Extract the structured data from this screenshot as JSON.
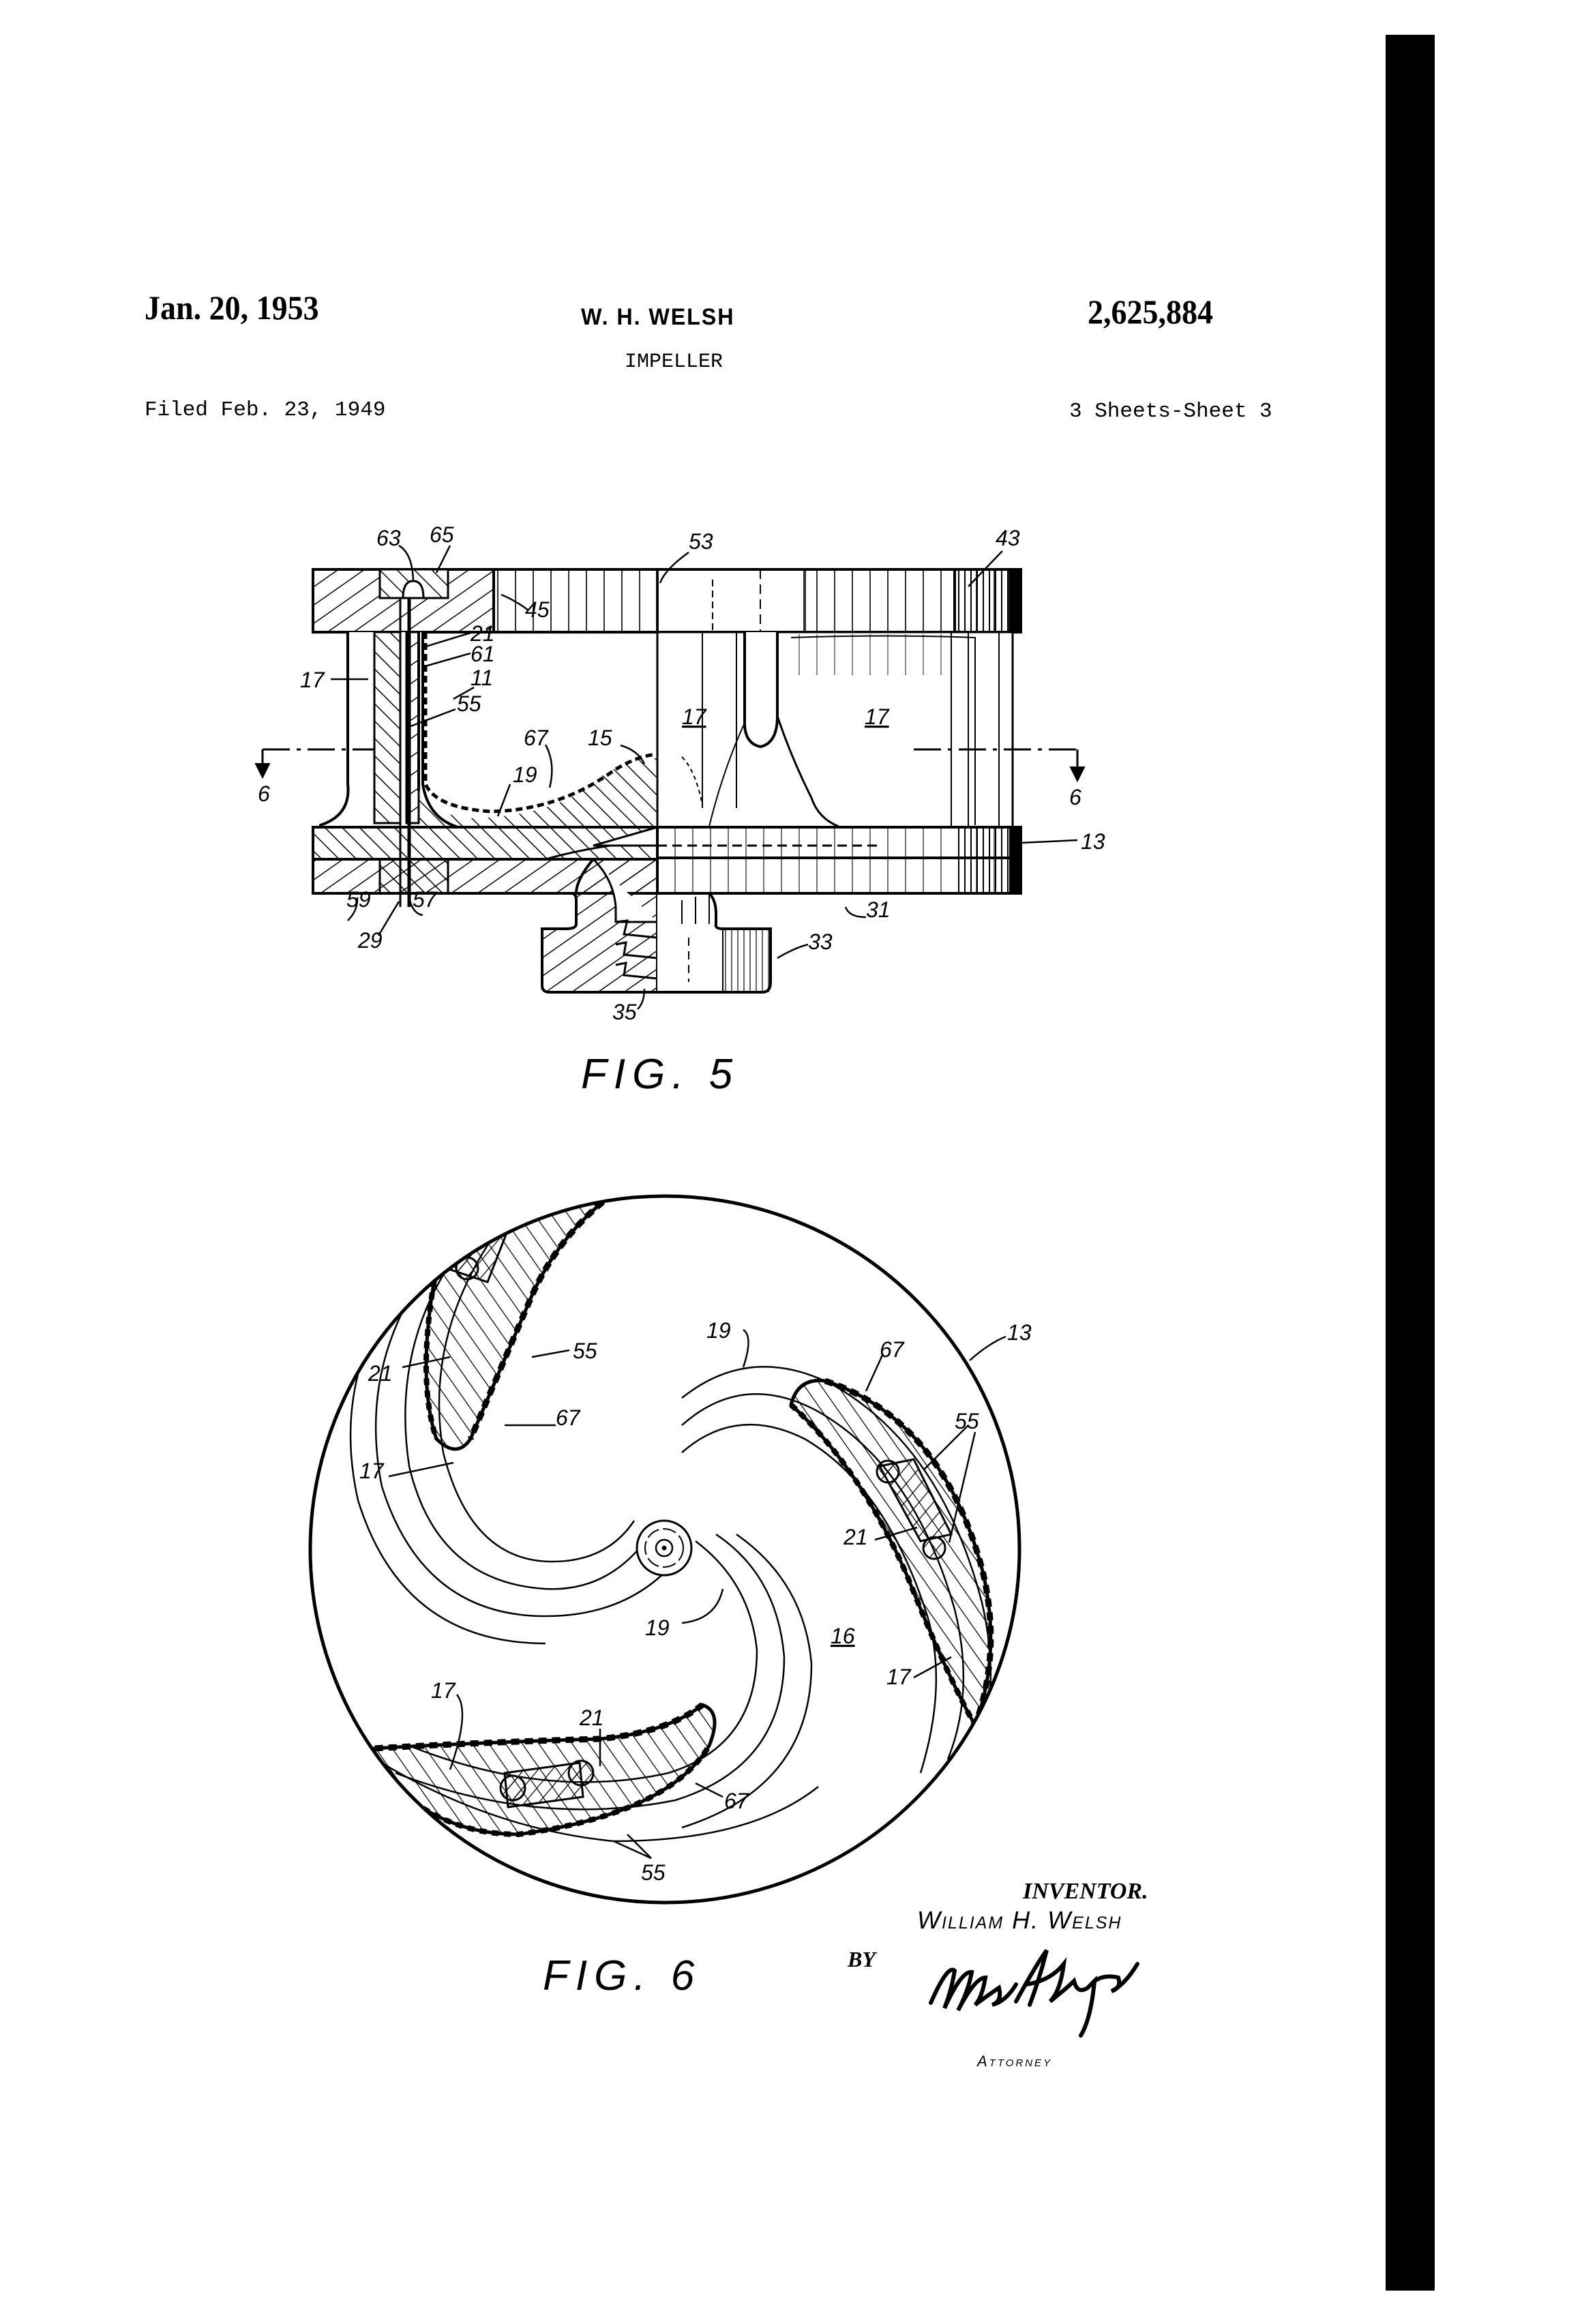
{
  "header": {
    "date": "Jan. 20, 1953",
    "inventor": "W. H. WELSH",
    "patent_number": "2,625,884",
    "title": "IMPELLER",
    "filed": "Filed Feb. 23, 1949",
    "sheets": "3 Sheets-Sheet 3"
  },
  "figures": {
    "fig5": {
      "caption": "FIG. 5",
      "reference_numerals": {
        "r63": "63",
        "r65": "65",
        "r53": "53",
        "r43": "43",
        "r45": "45",
        "r17_left": "17",
        "r21": "21",
        "r61": "61",
        "r11": "11",
        "r55": "55",
        "r67": "67",
        "r15": "15",
        "r19": "19",
        "r6_left": "6",
        "r6_right": "6",
        "r17_mid": "17",
        "r17_right": "17",
        "r13": "13",
        "r59": "59",
        "r57": "57",
        "r29": "29",
        "r31": "31",
        "r33": "33",
        "r35": "35"
      }
    },
    "fig6": {
      "caption": "FIG. 6",
      "reference_numerals": {
        "r21_tl": "21",
        "r55_tl": "55",
        "r67_tl": "67",
        "r17_tl": "17",
        "r19_top": "19",
        "r67_r": "67",
        "r13": "13",
        "r55_r": "55",
        "r21_r": "21",
        "r19_mid": "19",
        "r16": "16",
        "r17_r": "17",
        "r17_bl": "17",
        "r21_b": "21",
        "r67_b": "67",
        "r55_b": "55"
      }
    }
  },
  "signature_block": {
    "inventor_label": "INVENTOR.",
    "inventor_name": "William H. Welsh",
    "by_label": "BY",
    "signature": "M.C. Hayes",
    "attorney_label": "Attorney"
  }
}
